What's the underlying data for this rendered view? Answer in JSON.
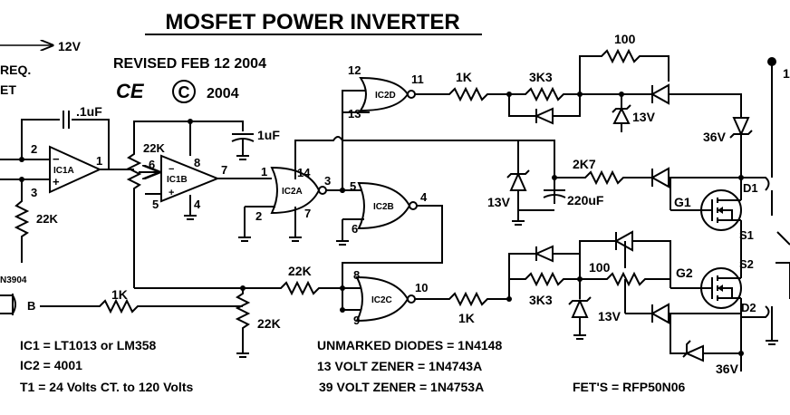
{
  "title": "MOSFET POWER INVERTER",
  "revised": "REVISED FEB 12 2004",
  "ce_mark": "CE",
  "copyright_symbol": "C",
  "year": "2004",
  "left_text": {
    "freq": "REQ.",
    "set": "ET",
    "supply": "12V",
    "transistor": "N3904"
  },
  "ic_labels": {
    "ic1a": "IC1A",
    "ic1b": "IC1B",
    "ic2a": "IC2A",
    "ic2b": "IC2B",
    "ic2c": "IC2C",
    "ic2d": "IC2D"
  },
  "pins": {
    "ic1a_in_neg": "2",
    "ic1a_in_pos": "3",
    "ic1a_out": "1",
    "ic1b_in_pos": "6",
    "ic1b_in_neg": "5",
    "ic1b_vcc": "8",
    "ic1b_gnd": "4",
    "ic1b_out": "7",
    "ic2a_in1": "1",
    "ic2a_in2": "2",
    "ic2a_vcc": "14",
    "ic2a_gnd": "7",
    "ic2a_out": "3",
    "ic2b_in1": "5",
    "ic2b_in2": "6",
    "ic2b_out": "4",
    "ic2c_in1": "8",
    "ic2c_in2": "9",
    "ic2c_out": "10",
    "ic2d_in1": "12",
    "ic2d_in2": "13",
    "ic2d_out": "11",
    "q_base": "B"
  },
  "components": {
    "c1": ".1uF",
    "c2": "1uF",
    "c3": "220uF",
    "r_pot1": "22K",
    "r_pot2": "22K",
    "r_pot3": "22K",
    "r_fb": "22K",
    "r1k_a": "1K",
    "r1k_b": "1K",
    "r1k_c": "1K",
    "r3k3_a": "3K3",
    "r3k3_b": "3K3",
    "r2k7": "2K7",
    "r100_a": "100",
    "r100_b": "100",
    "z13_a": "13V",
    "z13_b": "13V",
    "z13_c": "13V",
    "z36_a": "36V",
    "z36_b": "36V",
    "g1": "G1",
    "g2": "G2",
    "d1": "D1",
    "d2": "D2",
    "s1": "S1",
    "s2": "S2",
    "right_edge": "1"
  },
  "notes": {
    "ic1": "IC1 = LT1013 or LM358",
    "ic2": "IC2 = 4001",
    "t1": "T1 = 24 Volts CT. to 120 Volts",
    "diodes": "UNMARKED DIODES = 1N4148",
    "zener13": "13 VOLT ZENER = 1N4743A",
    "zener39": "39 VOLT ZENER = 1N4753A",
    "fets": "FET'S = RFP50N06"
  }
}
